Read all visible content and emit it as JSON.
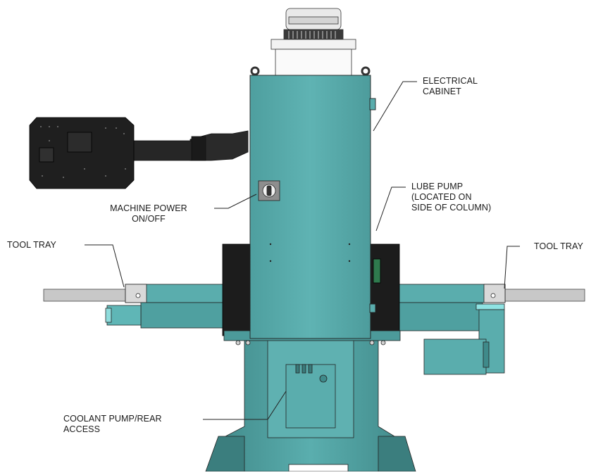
{
  "labels": {
    "electrical_cabinet": [
      "ELECTRICAL",
      "CABINET"
    ],
    "lube_pump": [
      "LUBE PUMP",
      "(LOCATED ON",
      "SIDE OF COLUMN)"
    ],
    "machine_power": [
      "MACHINE POWER",
      "ON/OFF"
    ],
    "tool_tray_left": "TOOL TRAY",
    "tool_tray_right": "TOOL TRAY",
    "coolant_pump": [
      "COOLANT PUMP/REAR",
      "ACCESS"
    ]
  },
  "colors": {
    "body_teal": "#5aadad",
    "body_teal_dark": "#3f8a8a",
    "body_teal_shadow": "#2f6f6f",
    "panel_black": "#1c1c1c",
    "tray_gray": "#c8c8c8",
    "motor_white": "#e8e8e8",
    "accent_cyan": "#8fe3e3",
    "line": "#222222"
  }
}
